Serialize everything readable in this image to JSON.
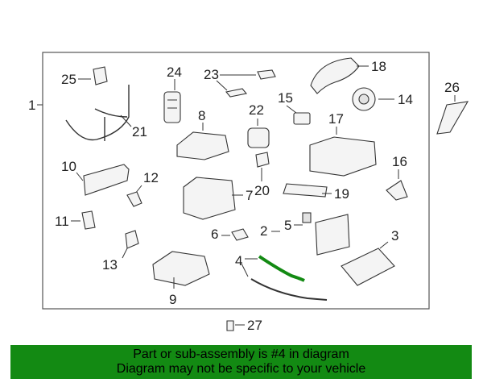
{
  "labels": {
    "l1": "1",
    "l2": "2",
    "l3": "3",
    "l4": "4",
    "l5": "5",
    "l6": "6",
    "l7": "7",
    "l8": "8",
    "l9": "9",
    "l10": "10",
    "l11": "11",
    "l12": "12",
    "l13": "13",
    "l14": "14",
    "l15": "15",
    "l16": "16",
    "l17": "17",
    "l18": "18",
    "l19": "19",
    "l20": "20",
    "l21": "21",
    "l22": "22",
    "l23": "23",
    "l24": "24",
    "l25": "25",
    "l26": "26",
    "l27": "27"
  },
  "highlight": {
    "part_number": "4",
    "color": "#138a13"
  },
  "banner": {
    "line1": "Part or sub-assembly is #4 in diagram",
    "line2": "Diagram may not be specific to your vehicle",
    "background": "#138a13"
  }
}
